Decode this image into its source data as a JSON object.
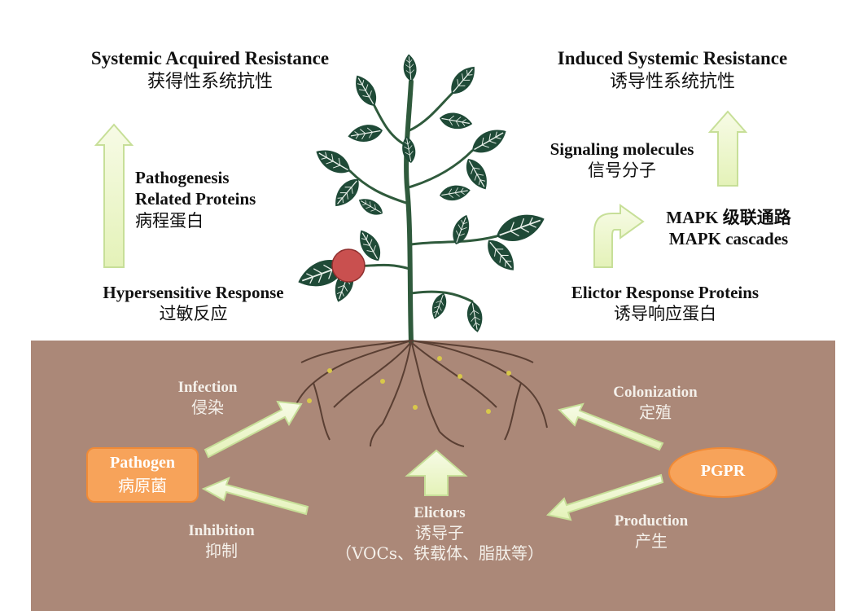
{
  "left": {
    "title_en": "Systemic Acquired Resistance",
    "title_cn": "获得性系统抗性",
    "pr_en_1": "Pathogenesis",
    "pr_en_2": "Related Proteins",
    "pr_cn": "病程蛋白",
    "hr_en": "Hypersensitive Response",
    "hr_cn": "过敏反应"
  },
  "right": {
    "title_en": "Induced Systemic Resistance",
    "title_cn": "诱导性系统抗性",
    "sig_en": "Signaling molecules",
    "sig_cn": "信号分子",
    "mapk_cn": "MAPK 级联通路",
    "mapk_en": "MAPK cascades",
    "erp_en": "Elictor Response Proteins",
    "erp_cn": "诱导响应蛋白"
  },
  "soil": {
    "infection_en": "Infection",
    "infection_cn": "侵染",
    "pathogen_en": "Pathogen",
    "pathogen_cn": "病原菌",
    "inhibition_en": "Inhibition",
    "inhibition_cn": "抑制",
    "elicitors_en": "Elictors",
    "elicitors_cn": "诱导子",
    "elicitors_examples": "（VOCs、铁载体、脂肽等）",
    "colonization_en": "Colonization",
    "colonization_cn": "定殖",
    "pgpr": "PGPR",
    "production_en": "Production",
    "production_cn": "产生"
  },
  "colors": {
    "soil": "#ab8878",
    "arrow_fill": "#eef7cf",
    "arrow_stroke": "#c7df98",
    "box_fill": "#f7a35a",
    "leaf": "#1f4a37",
    "fruit": "#c9504f"
  }
}
